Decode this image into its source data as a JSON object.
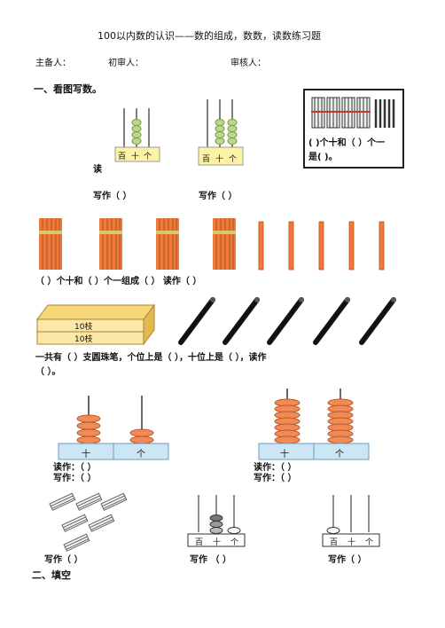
{
  "header": {
    "title": "100以内数的认识——数的组成，数数，读数练习题",
    "preparer": "主备人：",
    "first_reviewer": "初审人：",
    "reviewer": "审核人："
  },
  "section1": {
    "heading": "一、看图写数。",
    "read_label": "读",
    "write_label_1": "写作（        ）",
    "write_label_2": "写作（        ）",
    "abacus_labels": [
      "百",
      "十",
      "个"
    ],
    "sticks_caption_line1": "(  )个十和（  ）个一",
    "sticks_caption_line2": "是(   )。",
    "bundle_row_text": "（        ）个十和（        ）个一组成（        ）          读作（        ）",
    "box_label_top": "10枝",
    "box_label_bottom": "10枝",
    "pens_line1": "一共有（        ）支圆珠笔，个位上是（          ），十位上是（          ），读作",
    "pens_line2": "（          ）。",
    "bead_left_read": "读作：（            ）",
    "bead_left_write": "写作：（            ）",
    "bead_right_read": "读作：（            ）",
    "bead_right_write": "写作：（            ）",
    "bead_place_tens": "十",
    "bead_place_ones": "个",
    "bottom_write_1": "写作（        ）",
    "bottom_write_2": "写作 （      ）",
    "bottom_write_3": "写作（        ）"
  },
  "section2": {
    "heading": "二、填空"
  },
  "colors": {
    "bead_orange": "#f28a55",
    "bead_green": "#bcd98a",
    "stick_orange": "#ec7a3c",
    "place_box_blue": "#cde6f6",
    "abacus_yellow": "#fdf3a6"
  }
}
